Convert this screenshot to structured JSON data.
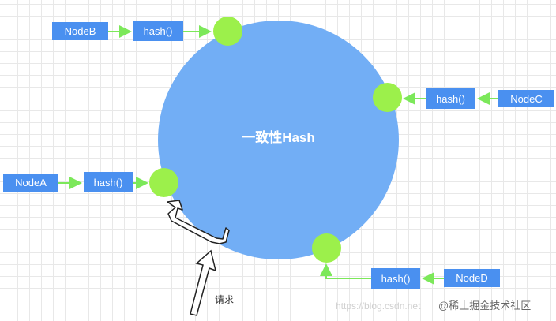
{
  "diagram": {
    "title": "一致性Hash",
    "ring_color": "#72aef5",
    "node_dot_color": "#9cf04b",
    "box_color": "#4a90f0",
    "arrow_color": "#7ce85a",
    "nodes": [
      {
        "id": "NodeA",
        "label": "NodeA",
        "hash_label": "hash()"
      },
      {
        "id": "NodeB",
        "label": "NodeB",
        "hash_label": "hash()"
      },
      {
        "id": "NodeC",
        "label": "NodeC",
        "hash_label": "hash()"
      },
      {
        "id": "NodeD",
        "label": "NodeD",
        "hash_label": "hash()"
      }
    ],
    "request": {
      "label": "请求",
      "icon": "arrow-up-outline-icon",
      "route_icon": "clockwise-route-arrow-icon"
    },
    "watermark": {
      "url_text": "https://blog.csdn.net",
      "brand_text": "@稀土掘金技术社区"
    }
  }
}
